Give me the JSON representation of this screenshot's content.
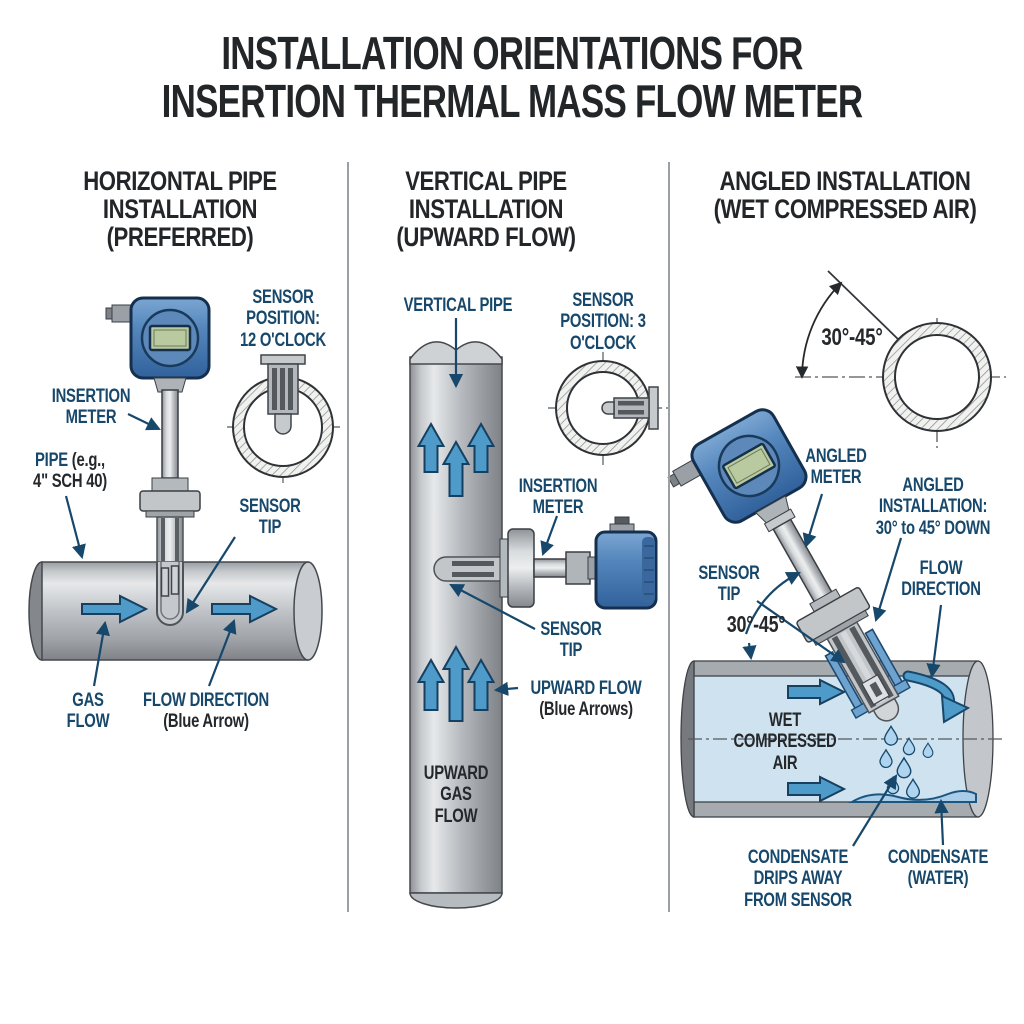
{
  "title": {
    "line1": "INSTALLATION ORIENTATIONS FOR",
    "line2": "INSERTION THERMAL MASS FLOW METER"
  },
  "panels": {
    "horizontal": {
      "heading": "HORIZONTAL PIPE INSTALLATION (PREFERRED)",
      "labels": {
        "sensor_position": "SENSOR POSITION: 12 O'CLOCK",
        "insertion_meter": "INSERTION METER",
        "pipe_name": "PIPE",
        "pipe_detail": "(e.g., 4\" SCH 40)",
        "sensor_tip": "SENSOR TIP",
        "gas_flow": "GAS FLOW",
        "flow_direction": "FLOW DIRECTION",
        "flow_direction_note": "(Blue Arrow)"
      }
    },
    "vertical": {
      "heading": "VERTICAL PIPE INSTALLATION (UPWARD FLOW)",
      "labels": {
        "vertical_pipe": "VERTICAL PIPE",
        "sensor_position": "SENSOR POSITION: 3 O'CLOCK",
        "insertion_meter": "INSERTION METER",
        "sensor_tip": "SENSOR TIP",
        "upward_flow": "UPWARD FLOW",
        "upward_flow_note": "(Blue Arrows)",
        "upward_gas_flow": "UPWARD GAS FLOW"
      }
    },
    "angled": {
      "heading": "ANGLED INSTALLATION (WET COMPRESSED AIR)",
      "labels": {
        "angle_range": "30°-45°",
        "angled_meter": "ANGLED METER",
        "angled_installation": "ANGLED INSTALLATION: 30° to 45° DOWN",
        "flow_direction": "FLOW DIRECTION",
        "sensor_tip": "SENSOR TIP",
        "angle_range_pipe": "30°-45°",
        "wet_compressed_air": "WET COMPRESSED AIR",
        "condensate_drips": "CONDENSATE DRIPS AWAY FROM SENSOR",
        "condensate_water": "CONDENSATE (WATER)"
      }
    }
  },
  "colors": {
    "label_navy": "#17486b",
    "text_dark": "#25282b",
    "flow_arrow_blue": "#4e9ac8",
    "meter_head_blue": "#4d7fb4",
    "lcd_green": "#b9c9a0",
    "pipe_gray": "#b4b8bc",
    "wet_air_interior": "#cfe2f0",
    "condensate_blue": "#a9cce9"
  }
}
